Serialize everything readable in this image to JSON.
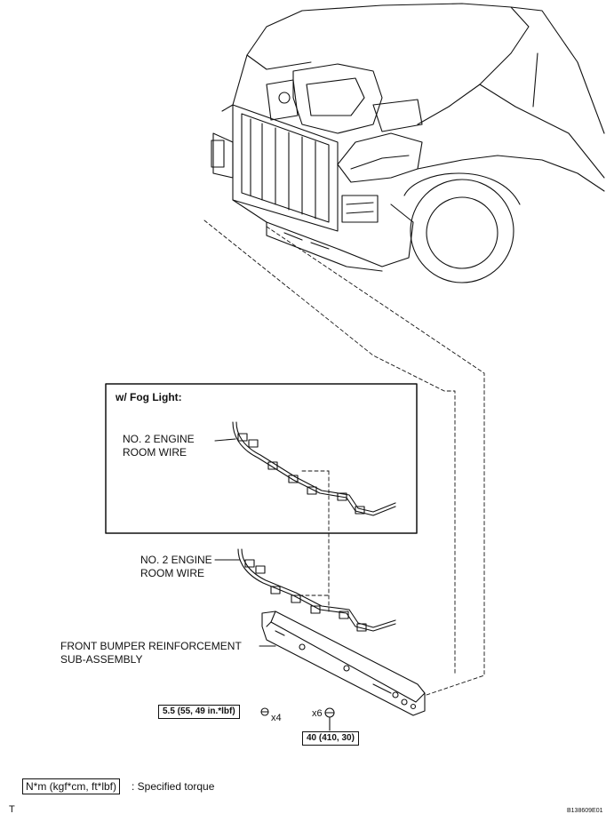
{
  "inset": {
    "title": "w/ Fog Light:",
    "wire_label_line1": "NO. 2 ENGINE",
    "wire_label_line2": "ROOM WIRE"
  },
  "labels": {
    "wire_line1": "NO. 2 ENGINE",
    "wire_line2": "ROOM WIRE",
    "reinforcement_line1": "FRONT BUMPER REINFORCEMENT",
    "reinforcement_line2": "SUB-ASSEMBLY"
  },
  "fasteners": {
    "bolt_small_torque": "5.5 (55, 49 in.*lbf)",
    "bolt_small_qty": "x4",
    "bolt_large_qty": "x6",
    "bolt_large_torque": "40 (410, 30)"
  },
  "legend": {
    "box_text": "N*m (kgf*cm, ft*lbf)",
    "description": ": Specified torque"
  },
  "footer": {
    "corner_letter": "T",
    "figure_code": "B138609E01"
  }
}
